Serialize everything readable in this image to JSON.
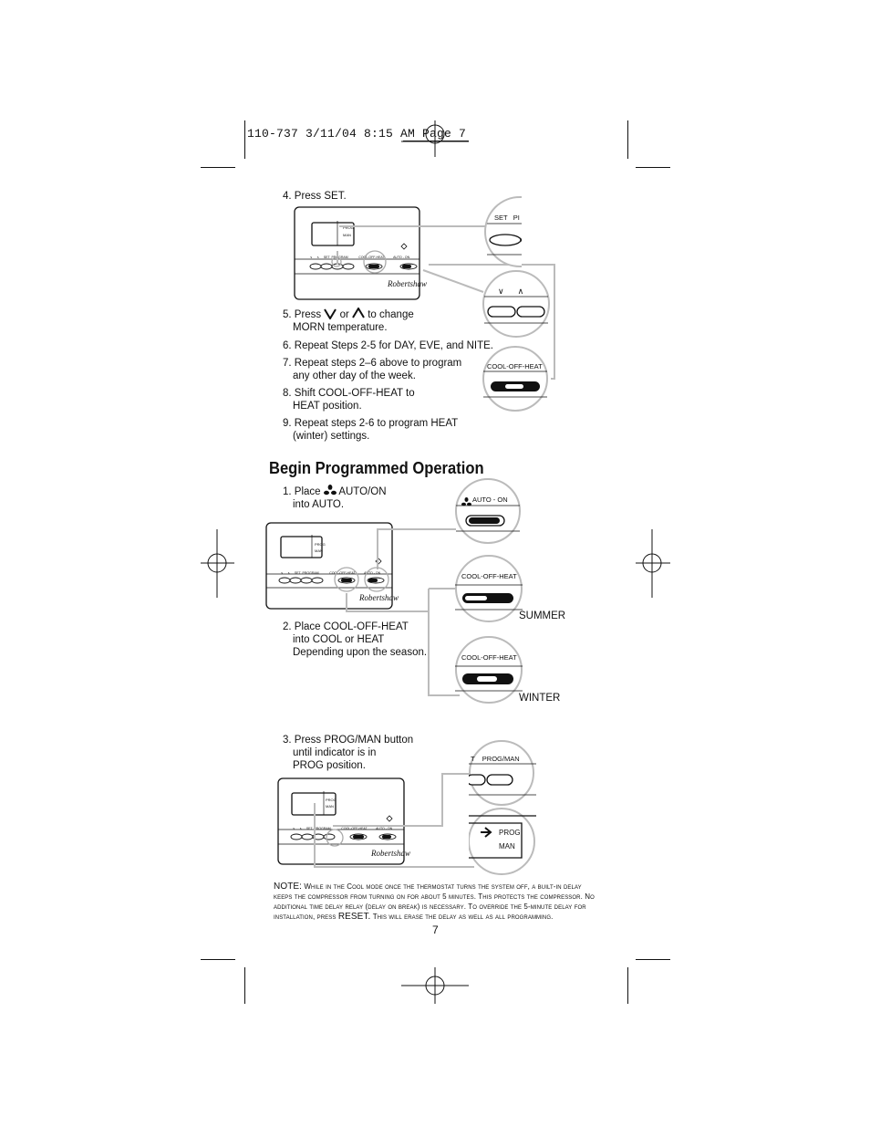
{
  "header": {
    "text": "110-737  3/11/04  8:15 AM  Page 7"
  },
  "steps_top": {
    "s4": "4. Press SET.",
    "s5_a": "5. Press",
    "s5_or": "or",
    "s5_b": "to change",
    "s5_c": "MORN temperature.",
    "s6": "6. Repeat Steps 2-5 for DAY, EVE, and NITE.",
    "s7_a": "7. Repeat steps 2–6 above to program",
    "s7_b": "any other day of the week.",
    "s8_a": "8. Shift COOL-OFF-HEAT to",
    "s8_b": "HEAT position.",
    "s9_a": "9. Repeat steps 2-6 to program HEAT",
    "s9_b": "(winter) settings."
  },
  "section_title": "Begin Programmed Operation",
  "steps_bottom": {
    "b1_a": "1. Place",
    "b1_b": "AUTO/ON",
    "b1_c": "into AUTO.",
    "b2_a": "2. Place COOL-OFF-HEAT",
    "b2_b": "into COOL or HEAT",
    "b2_c": "Depending upon the season.",
    "b3_a": "3. Press PROG/MAN button",
    "b3_b": "until indicator is in",
    "b3_c": "PROG position."
  },
  "season_labels": {
    "summer": "SUMMER",
    "winter": "WINTER"
  },
  "callouts": {
    "set_pi": "SET   PI",
    "arrows": "∨      ∧",
    "cool_off_heat": "COOL-OFF-HEAT",
    "auto_on": "AUTO - ON",
    "prog_man": "T    PROG/MAN",
    "prog": "PROG",
    "man": "MAN"
  },
  "device": {
    "prog": "PROG",
    "man": "MAN",
    "buttons": "∨     ∧     SET  PROGRAM            COOL-OFF-HEAT          AUTO - ON",
    "brand": "Robertshaw"
  },
  "note": {
    "lead": "NOTE:",
    "body1": "While in the Cool mode once the thermostat turns the system off, a built-in delay keeps the",
    "body2": "compressor from turning on for about 5 minutes. This protects the compressor. No additional time",
    "body3": "delay relay (delay on break) is necessary. To override the 5-minute delay for installation, press",
    "reset": "RESET.",
    "body4": "This will erase the delay as well as all programming."
  },
  "page_number": "7"
}
